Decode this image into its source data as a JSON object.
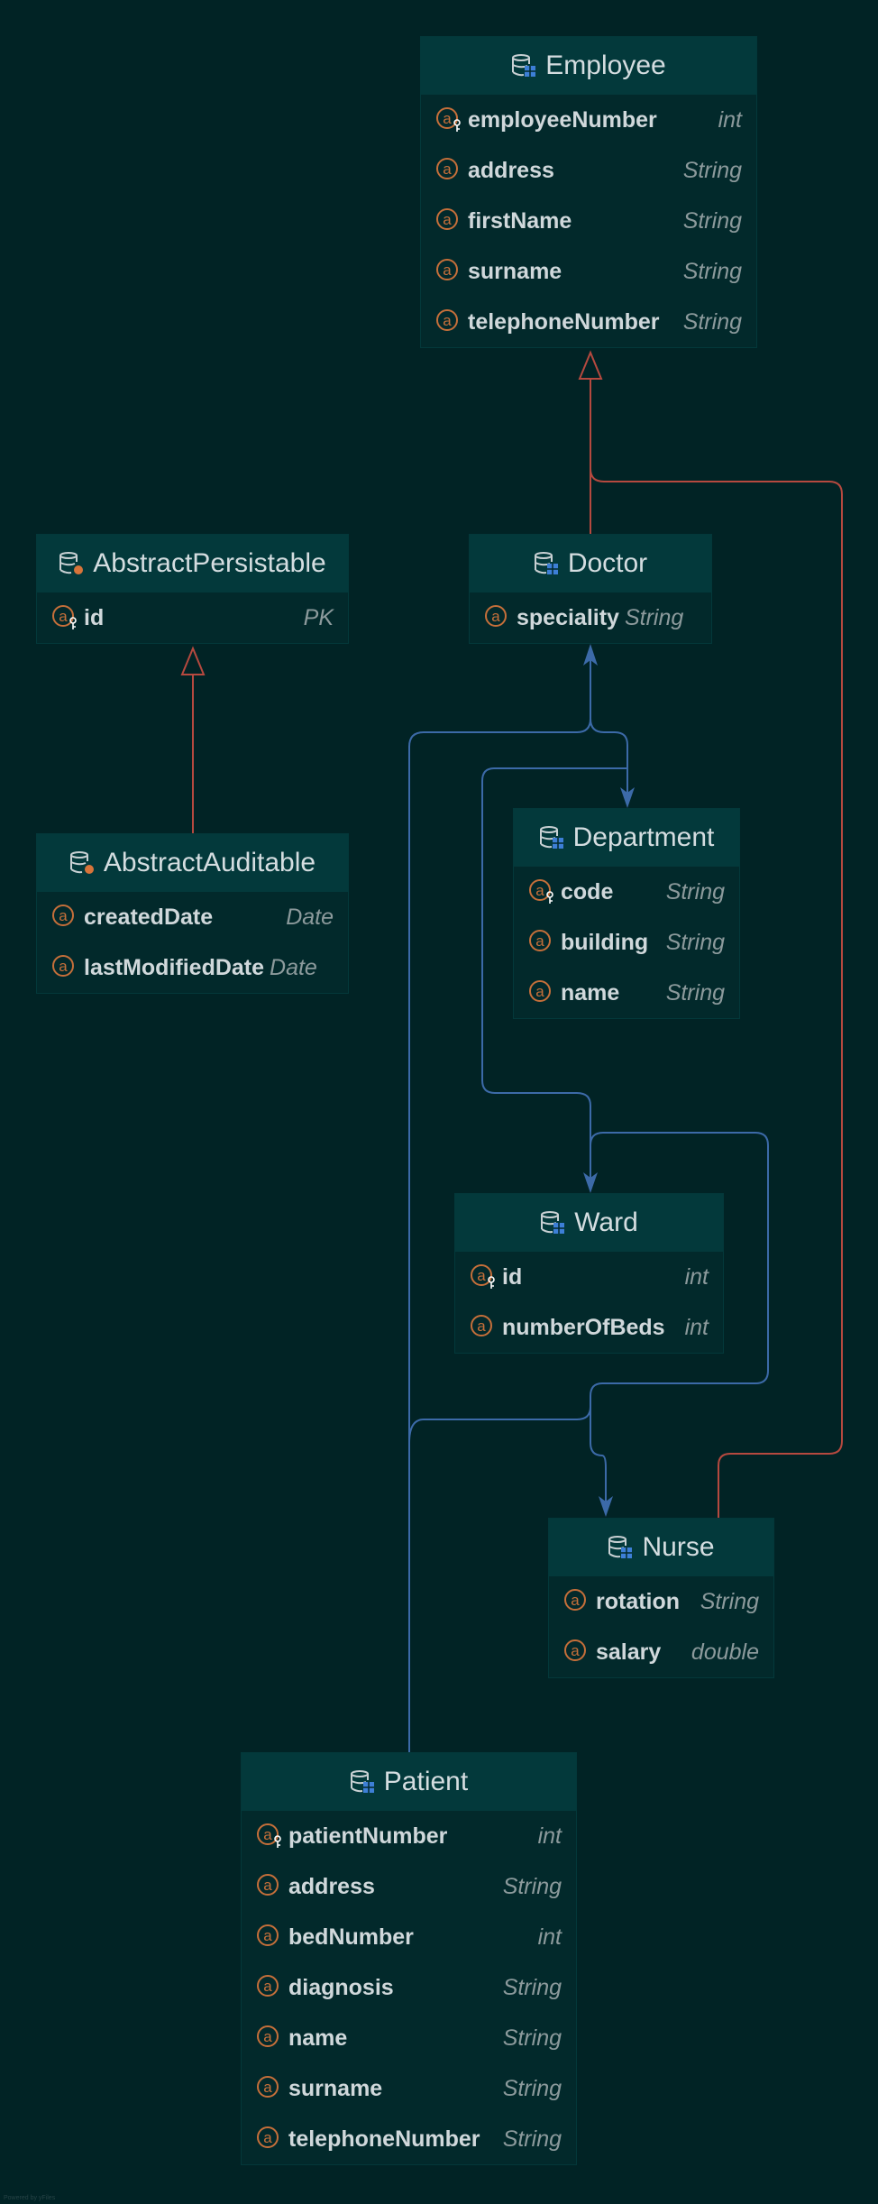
{
  "diagram": {
    "background": "#012325",
    "inheritance_color": "#b5493f",
    "association_color": "#3c6aa8",
    "attribute_icon_color": "#c56f3a",
    "entity_icon": "database-table-icon",
    "abstract_icon": "database-mapped-superclass-icon",
    "attribute_icon": "attribute-at-icon",
    "key_icon": "primary-key-icon"
  },
  "entities": {
    "employee": {
      "name": "Employee",
      "fields": [
        {
          "name": "employeeNumber",
          "type": "int"
        },
        {
          "name": "address",
          "type": "String"
        },
        {
          "name": "firstName",
          "type": "String"
        },
        {
          "name": "surname",
          "type": "String"
        },
        {
          "name": "telephoneNumber",
          "type": "String"
        }
      ]
    },
    "abstract_persistable": {
      "name": "AbstractPersistable",
      "fields": [
        {
          "name": "id",
          "type": "PK"
        }
      ]
    },
    "doctor": {
      "name": "Doctor",
      "fields": [
        {
          "name": "speciality",
          "type": "String"
        }
      ]
    },
    "abstract_auditable": {
      "name": "AbstractAuditable",
      "fields": [
        {
          "name": "createdDate",
          "type": "Date"
        },
        {
          "name": "lastModifiedDate",
          "type": "Date"
        }
      ]
    },
    "department": {
      "name": "Department",
      "fields": [
        {
          "name": "code",
          "type": "String"
        },
        {
          "name": "building",
          "type": "String"
        },
        {
          "name": "name",
          "type": "String"
        }
      ]
    },
    "ward": {
      "name": "Ward",
      "fields": [
        {
          "name": "id",
          "type": "int"
        },
        {
          "name": "numberOfBeds",
          "type": "int"
        }
      ]
    },
    "nurse": {
      "name": "Nurse",
      "fields": [
        {
          "name": "rotation",
          "type": "String"
        },
        {
          "name": "salary",
          "type": "double"
        }
      ]
    },
    "patient": {
      "name": "Patient",
      "fields": [
        {
          "name": "patientNumber",
          "type": "int"
        },
        {
          "name": "address",
          "type": "String"
        },
        {
          "name": "bedNumber",
          "type": "int"
        },
        {
          "name": "diagnosis",
          "type": "String"
        },
        {
          "name": "name",
          "type": "String"
        },
        {
          "name": "surname",
          "type": "String"
        },
        {
          "name": "telephoneNumber",
          "type": "String"
        }
      ]
    }
  },
  "footer": {
    "text": "Powered by yFiles"
  }
}
